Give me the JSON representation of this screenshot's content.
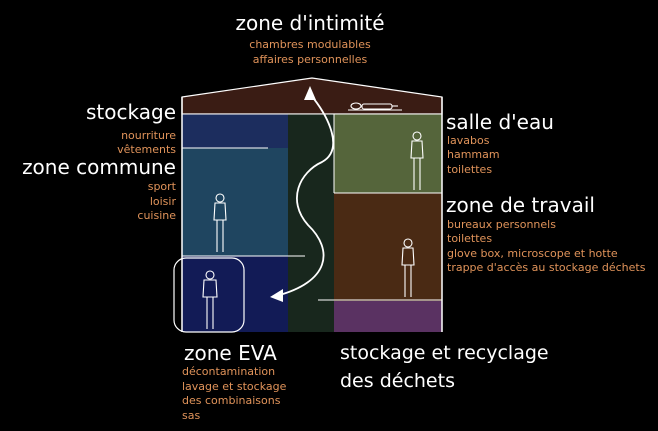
{
  "zones": {
    "intimite": {
      "title": "zone d'intimité",
      "items": [
        "chambres modulables",
        "affaires personnelles"
      ]
    },
    "stockage": {
      "title": "stockage",
      "items": [
        "nourriture",
        "vêtements"
      ]
    },
    "commune": {
      "title": "zone commune",
      "items": [
        "sport",
        "loisir",
        "cuisine"
      ]
    },
    "salle_eau": {
      "title": "salle d'eau",
      "items": [
        "lavabos",
        "hammam",
        "toilettes"
      ]
    },
    "travail": {
      "title": "zone de travail",
      "items": [
        "bureaux personnels",
        "toilettes",
        "glove box,  microscope et hotte",
        "trappe d'accès au stockage déchets"
      ]
    },
    "eva": {
      "title": "zone EVA",
      "items": [
        "décontamination",
        "lavage et stockage",
        "des combinaisons",
        "sas"
      ]
    },
    "dechets": {
      "title_lines": [
        "stockage et recyclage",
        "des déchets"
      ]
    }
  },
  "colors": {
    "background": "#000000",
    "roof": "#3a1c14",
    "stockage": "#1c2d5e",
    "commune": "#1f4560",
    "eva": "#121b56",
    "core": "#18271d",
    "salle_eau": "#55653b",
    "travail": "#4a2a14",
    "dechets": "#5a3262",
    "heading": "#ffffff",
    "detail": "#e0935a"
  }
}
